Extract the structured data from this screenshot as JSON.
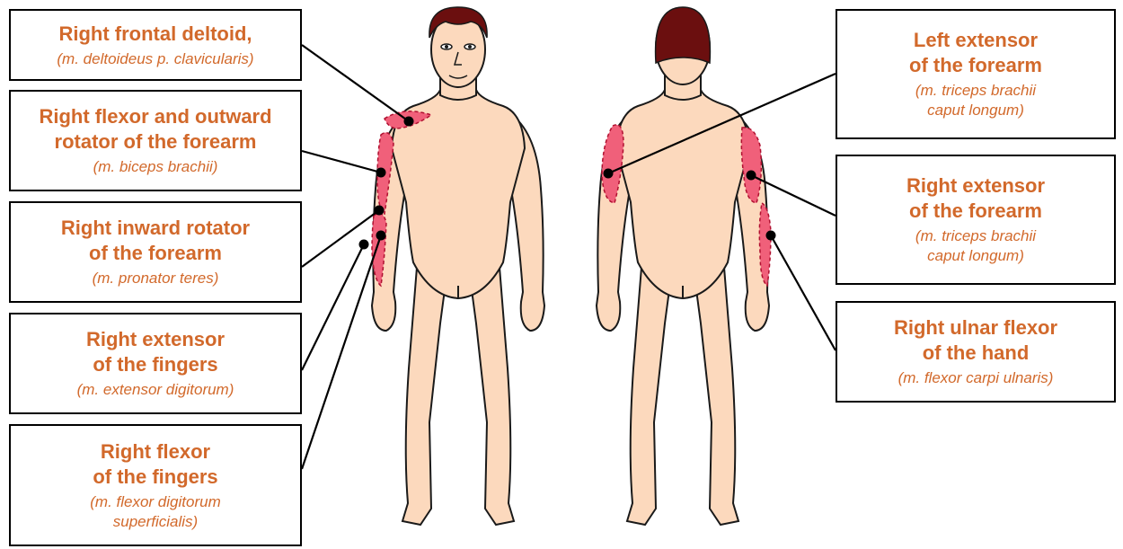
{
  "colors": {
    "label_text": "#D2692B",
    "skin": "#FCD9BD",
    "skin_outline": "#1a1a1a",
    "hair": "#6B0F0F",
    "muscle": "#F0607A",
    "muscle_outline": "#B01030",
    "pointer": "#000000"
  },
  "labels": [
    {
      "id": "right-frontal-deltoid",
      "name": "Right frontal deltoid,",
      "latin": "(m. deltoideus p. clavicularis)"
    },
    {
      "id": "right-flexor-outward-rotator",
      "name": "Right flexor and outward\nrotator of the forearm",
      "latin": "(m. biceps brachii)"
    },
    {
      "id": "right-inward-rotator",
      "name": "Right inward rotator\nof the forearm",
      "latin": "(m. pronator teres)"
    },
    {
      "id": "right-extensor-fingers",
      "name": "Right extensor\nof the fingers",
      "latin": "(m. extensor digitorum)"
    },
    {
      "id": "right-flexor-fingers",
      "name": "Right flexor\nof the fingers",
      "latin": "(m. flexor digitorum\nsuperficialis)"
    },
    {
      "id": "left-extensor-forearm",
      "name": "Left extensor\nof the forearm",
      "latin": "(m. triceps brachii\ncaput longum)"
    },
    {
      "id": "right-extensor-forearm",
      "name": "Right extensor\nof the forearm",
      "latin": "(m. triceps brachii\ncaput longum)"
    },
    {
      "id": "right-ulnar-flexor",
      "name": "Right ulnar flexor\nof the hand",
      "latin": "(m. flexor carpi ulnaris)"
    }
  ],
  "figures": [
    {
      "id": "front-view-figure",
      "icon": "human-body-front-icon"
    },
    {
      "id": "back-view-figure",
      "icon": "human-body-back-icon"
    }
  ]
}
